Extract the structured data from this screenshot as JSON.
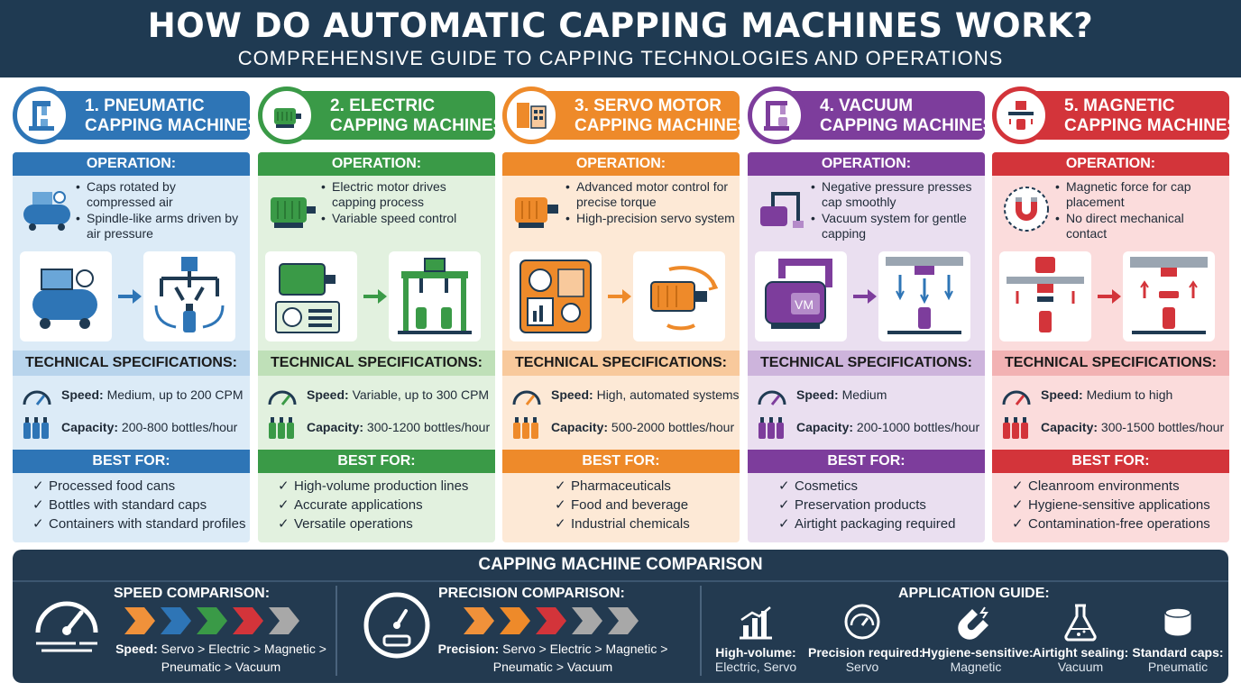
{
  "header": {
    "title": "HOW DO AUTOMATIC CAPPING MACHINES WORK?",
    "subtitle": "COMPREHENSIVE GUIDE TO CAPPING TECHNOLOGIES AND OPERATIONS"
  },
  "labels": {
    "operation": "OPERATION:",
    "tech_specs": "TECHNICAL SPECIFICATIONS:",
    "best_for": "BEST FOR:",
    "speed": "Speed:",
    "capacity": "Capacity:"
  },
  "columns": [
    {
      "heading_line1": "1. PNEUMATIC",
      "heading_line2": "CAPPING MACHINES",
      "color": "#2e75b6",
      "light": "#dcebf7",
      "spec_bg": "#b8d4ec",
      "operation": [
        "Caps rotated by compressed air",
        "Spindle-like arms driven by air pressure"
      ],
      "speed": "Medium, up to 200 CPM",
      "capacity": "200-800 bottles/hour",
      "best_for": [
        "Processed food cans",
        "Bottles with standard caps",
        "Containers with standard profiles"
      ]
    },
    {
      "heading_line1": "2. ELECTRIC",
      "heading_line2": "CAPPING MACHINES",
      "color": "#3a9a47",
      "light": "#e2f1df",
      "spec_bg": "#bfe0b8",
      "operation": [
        "Electric motor drives capping process",
        "Variable speed control"
      ],
      "speed": "Variable, up to 300 CPM",
      "capacity": "300-1200 bottles/hour",
      "best_for": [
        "High-volume production lines",
        "Accurate applications",
        "Versatile operations"
      ]
    },
    {
      "heading_line1": "3. SERVO MOTOR",
      "heading_line2": "CAPPING MACHINES",
      "color": "#ee8a2a",
      "light": "#fde9d6",
      "spec_bg": "#f8c99c",
      "operation": [
        "Advanced motor control for precise torque",
        "High-precision servo system"
      ],
      "speed": "High, automated systems",
      "capacity": "500-2000 bottles/hour",
      "best_for": [
        "Pharmaceuticals",
        "Food and beverage",
        "Industrial chemicals"
      ]
    },
    {
      "heading_line1": "4. VACUUM",
      "heading_line2": "CAPPING MACHINES",
      "color": "#7d3d9c",
      "light": "#eadff0",
      "spec_bg": "#cdb4dc",
      "operation": [
        "Negative pressure presses cap smoothly",
        "Vacuum system for gentle capping"
      ],
      "speed": "Medium",
      "capacity": "200-1000 bottles/hour",
      "best_for": [
        "Cosmetics",
        "Preservation products",
        "Airtight packaging required"
      ]
    },
    {
      "heading_line1": "5. MAGNETIC",
      "heading_line2": "CAPPING MACHINES",
      "color": "#d3343a",
      "light": "#fbdcdc",
      "spec_bg": "#f2b2b3",
      "operation": [
        "Magnetic force for cap placement",
        "No direct mechanical contact"
      ],
      "speed": "Medium to high",
      "capacity": "300-1500 bottles/hour",
      "best_for": [
        "Cleanroom environments",
        "Hygiene-sensitive applications",
        "Contamination-free operations"
      ]
    }
  ],
  "comparison": {
    "title": "CAPPING MACHINE COMPARISON",
    "speed_title": "SPEED COMPARISON:",
    "speed_label": "Speed:",
    "speed_line1": "Servo > Electric > Magnetic >",
    "speed_line2": "Pneumatic > Vacuum",
    "precision_title": "PRECISION COMPARISON:",
    "precision_label": "Precision:",
    "precision_line1": "Servo > Electric > Magnetic >",
    "precision_line2": "Pneumatic > Vacuum",
    "speed_chevrons": [
      "#f0913a",
      "#2e75b6",
      "#3a9a47",
      "#d3343a",
      "#a8a8a8"
    ],
    "precision_chevrons": [
      "#f0913a",
      "#ee8a2a",
      "#d3343a",
      "#a8a8a8",
      "#a8a8a8"
    ],
    "app_title": "APPLICATION GUIDE:",
    "apps": [
      {
        "label": "High-volume:",
        "value": "Electric, Servo",
        "icon": "bar-chart-icon"
      },
      {
        "label": "Precision required:",
        "value": "Servo",
        "icon": "gauge-icon"
      },
      {
        "label": "Hygiene-sensitive:",
        "value": "Magnetic",
        "icon": "magnet-icon"
      },
      {
        "label": "Airtight sealing:",
        "value": "Vacuum",
        "icon": "flask-icon"
      },
      {
        "label": "Standard caps:",
        "value": "Pneumatic",
        "icon": "cap-icon"
      }
    ]
  }
}
